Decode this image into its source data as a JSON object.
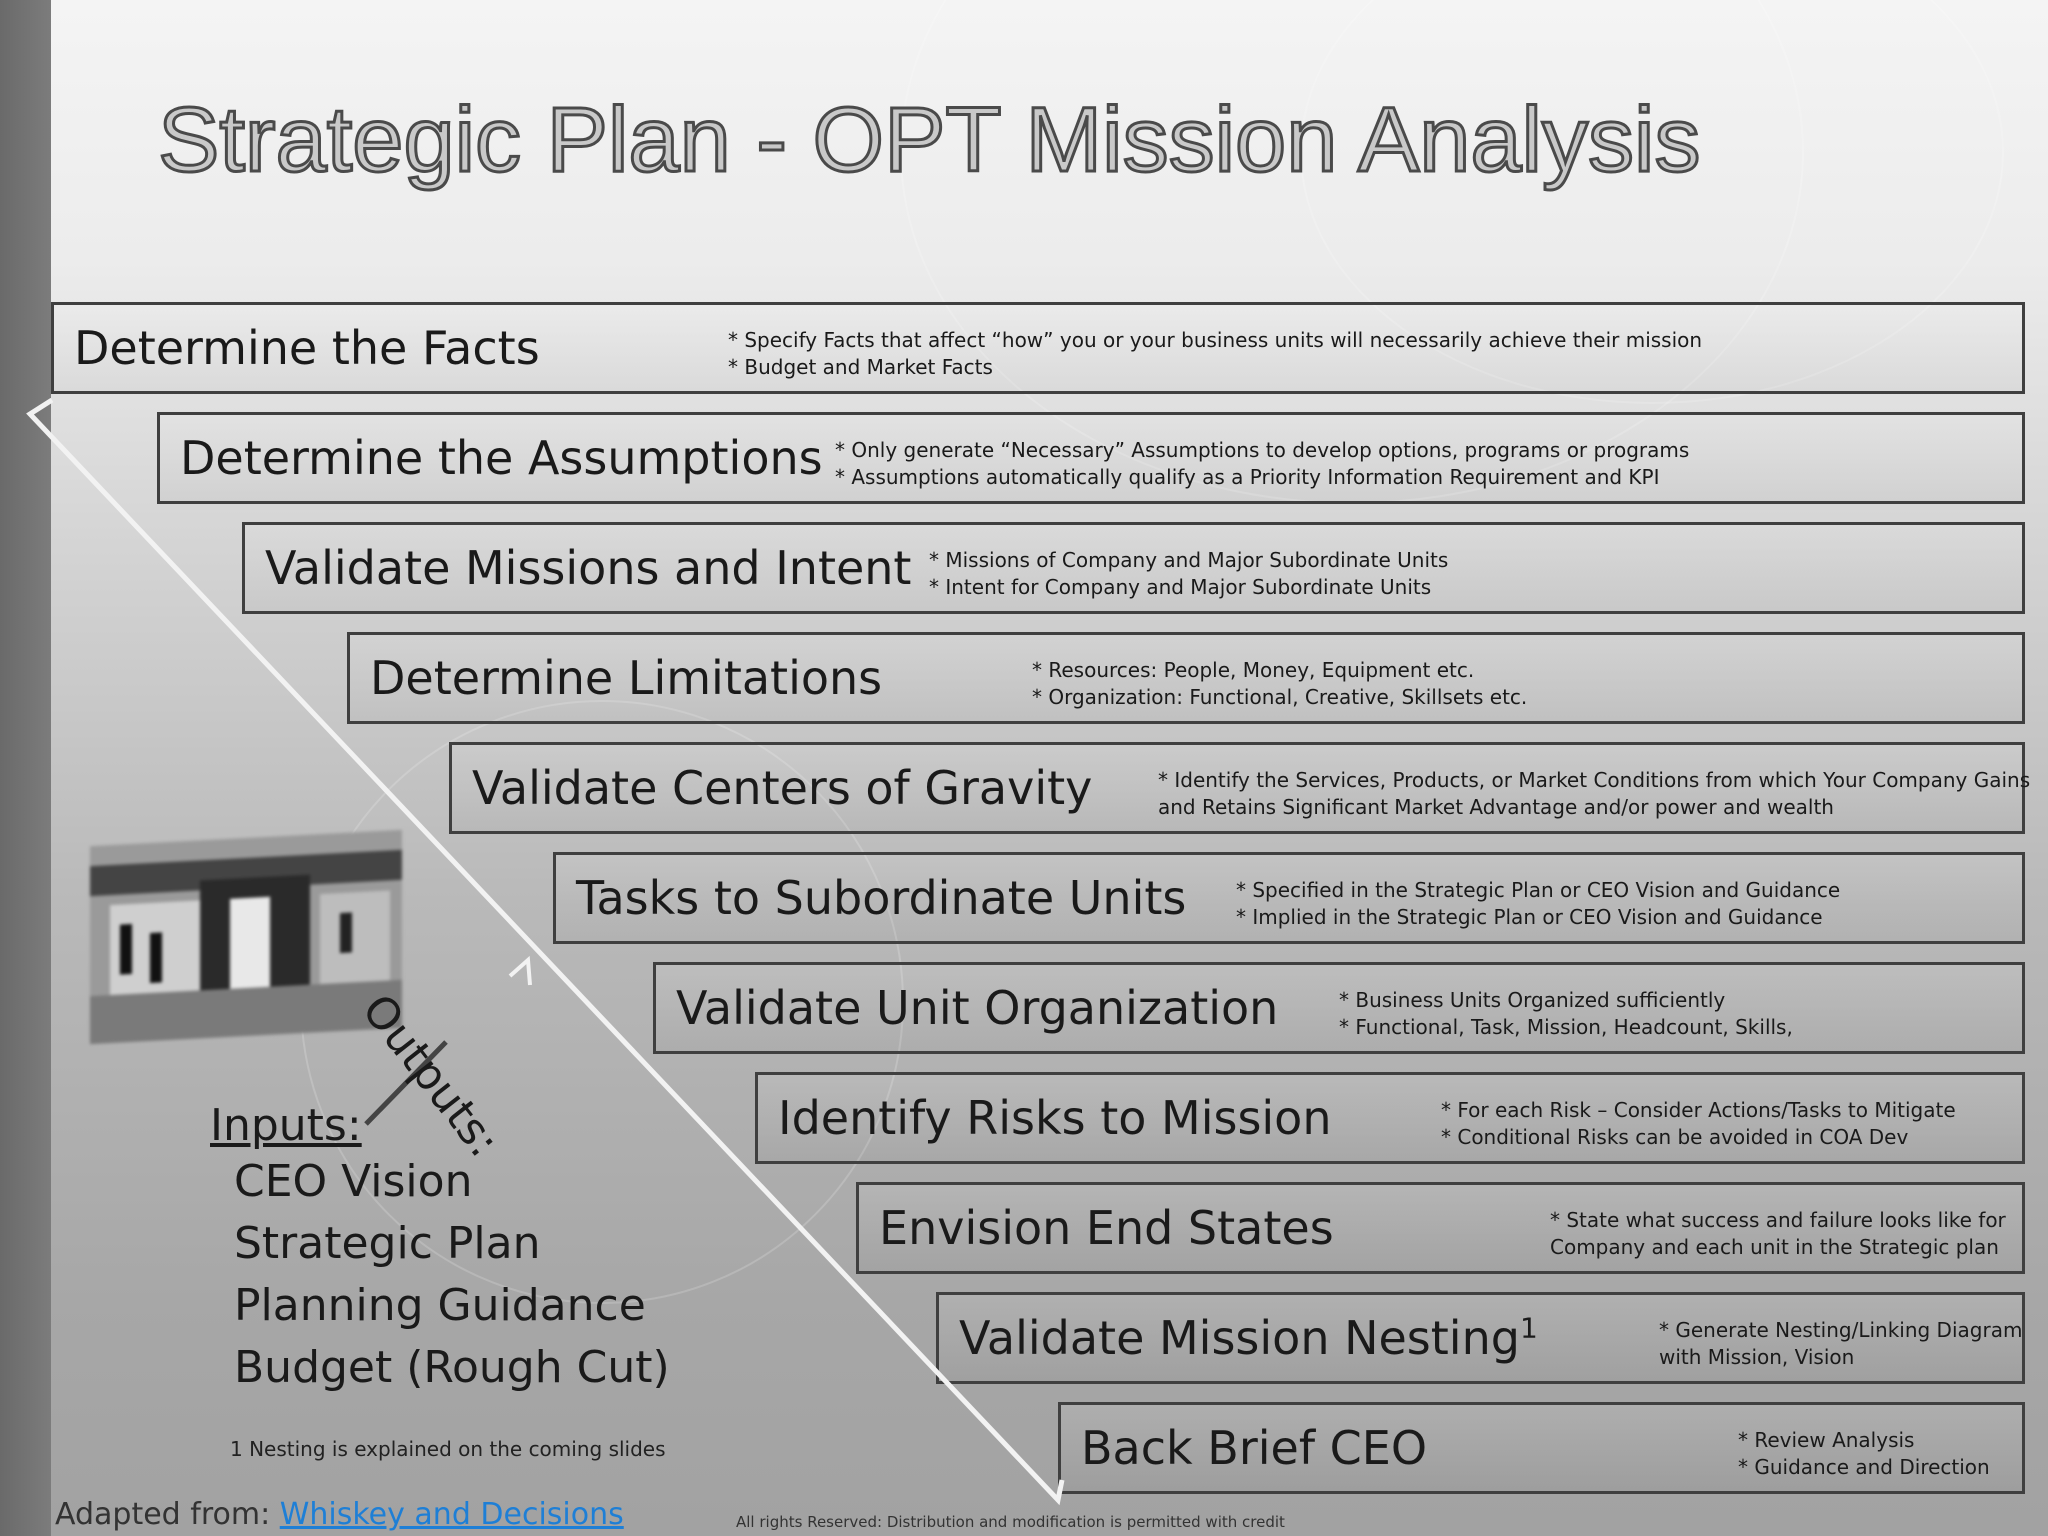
{
  "title": "Strategic Plan - OPT Mission Analysis",
  "steps": [
    {
      "label": "Determine the Facts",
      "lines": [
        "* Specify Facts that affect “how” you or your business units will necessarily achieve their mission",
        "* Budget and Market Facts"
      ]
    },
    {
      "label": "Determine the Assumptions",
      "lines": [
        "* Only generate “Necessary” Assumptions to develop options, programs or programs",
        "* Assumptions automatically qualify as a Priority Information Requirement and KPI"
      ]
    },
    {
      "label": "Validate Missions and Intent",
      "lines": [
        "* Missions of Company and Major Subordinate Units",
        "* Intent for Company and Major Subordinate Units"
      ]
    },
    {
      "label": "Determine Limitations",
      "lines": [
        "* Resources:  People, Money, Equipment etc.",
        "* Organization: Functional, Creative,  Skillsets etc."
      ]
    },
    {
      "label": "Validate Centers of Gravity",
      "lines": [
        "* Identify the Services, Products, or Market Conditions  from which Your Company Gains",
        "and Retains Significant Market Advantage and/or power  and wealth"
      ]
    },
    {
      "label": "Tasks to Subordinate Units",
      "lines": [
        "*  Specified in the Strategic Plan or CEO Vision and Guidance",
        "*  Implied in the Strategic Plan or CEO Vision and Guidance"
      ]
    },
    {
      "label": "Validate Unit Organization",
      "lines": [
        "*  Business Units Organized sufficiently",
        "*  Functional, Task, Mission, Headcount, Skills,"
      ]
    },
    {
      "label": "Identify Risks to Mission",
      "lines": [
        "* For each Risk – Consider Actions/Tasks  to Mitigate",
        "* Conditional Risks can be avoided in COA Dev"
      ]
    },
    {
      "label": "Envision End States",
      "lines": [
        "* State what success and failure looks like for",
        "Company and each unit in the Strategic plan"
      ]
    },
    {
      "label": "Validate Mission Nesting",
      "sup": "1",
      "lines": [
        "* Generate Nesting/Linking Diagram",
        "with Mission, Vision"
      ]
    },
    {
      "label": "Back Brief CEO",
      "lines": [
        "* Review Analysis",
        "* Guidance and Direction"
      ]
    }
  ],
  "inputs": {
    "heading": "Inputs:",
    "items": [
      "CEO Vision",
      "Strategic Plan",
      "Planning Guidance",
      "Budget (Rough Cut)"
    ]
  },
  "outputs_label": "Outputs:",
  "footnote": "1 Nesting is explained on the coming slides",
  "adapted": {
    "prefix": "Adapted from: ",
    "link_text": "Whiskey and Decisions"
  },
  "rights": "All rights Reserved:   Distribution and modification is permitted with credit"
}
